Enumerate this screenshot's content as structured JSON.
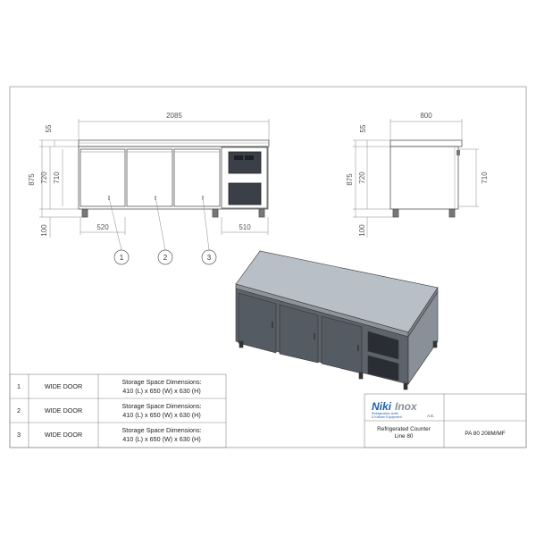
{
  "front_view": {
    "width": "2085",
    "top": "55",
    "total_height": "875",
    "body_height": "720",
    "door_height": "710",
    "leg_height": "100",
    "door_width": "520",
    "unit_width": "510",
    "callouts": [
      "1",
      "2",
      "3"
    ]
  },
  "side_view": {
    "width": "800",
    "top": "55",
    "total_height": "875",
    "body_height": "720",
    "door_height": "710",
    "leg_height": "100"
  },
  "parts_table": [
    {
      "number": "1",
      "name": "WIDE DOOR",
      "desc_line1": "Storage Space Dimensions:",
      "desc_line2": "410 (L) x 650 (W) x 630 (H)"
    },
    {
      "number": "2",
      "name": "WIDE DOOR",
      "desc_line1": "Storage Space Dimensions:",
      "desc_line2": "410 (L) x 650 (W) x 630 (H)"
    },
    {
      "number": "3",
      "name": "WIDE DOOR",
      "desc_line1": "Storage Space Dimensions:",
      "desc_line2": "410 (L) x 650 (W) x 630 (H)"
    }
  ],
  "title_block": {
    "brand_part1": "Niki",
    "brand_part2": "Inox",
    "brand_tagline1": "Refrigeration Units",
    "brand_tagline2": "& Kitchen Equipment",
    "brand_suffix": "A.E.",
    "product_line1": "Refrigerated Counter",
    "product_line2": "Line 80",
    "model_code": "PA 80 208M/MF"
  },
  "colors": {
    "line": "#555555",
    "cabinet_light": "#9aa0a8",
    "cabinet_dark": "#4a4f57",
    "brand_blue": "#1d5fa8"
  }
}
